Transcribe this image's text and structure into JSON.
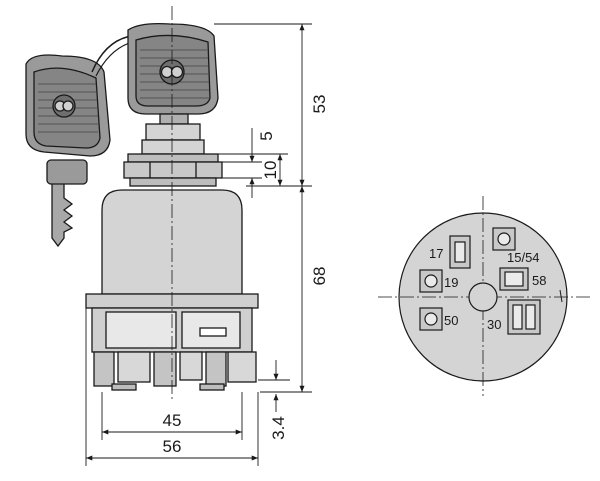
{
  "dimensions": {
    "height_top": "53",
    "nut_width": "5",
    "nut_height": "10",
    "body_height": "68",
    "inner_width": "45",
    "outer_width": "56",
    "base_offset": "3.4"
  },
  "terminals": [
    {
      "id": "t17",
      "label": "17"
    },
    {
      "id": "t15",
      "label": "15/54"
    },
    {
      "id": "t19",
      "label": "19"
    },
    {
      "id": "t58",
      "label": "58"
    },
    {
      "id": "t50",
      "label": "50"
    },
    {
      "id": "t30",
      "label": "30"
    }
  ],
  "colors": {
    "body_fill": "#d4d4d4",
    "body_dark": "#bdbdbd",
    "key_fill": "#9a9a9a",
    "line": "#1a1a1a"
  }
}
